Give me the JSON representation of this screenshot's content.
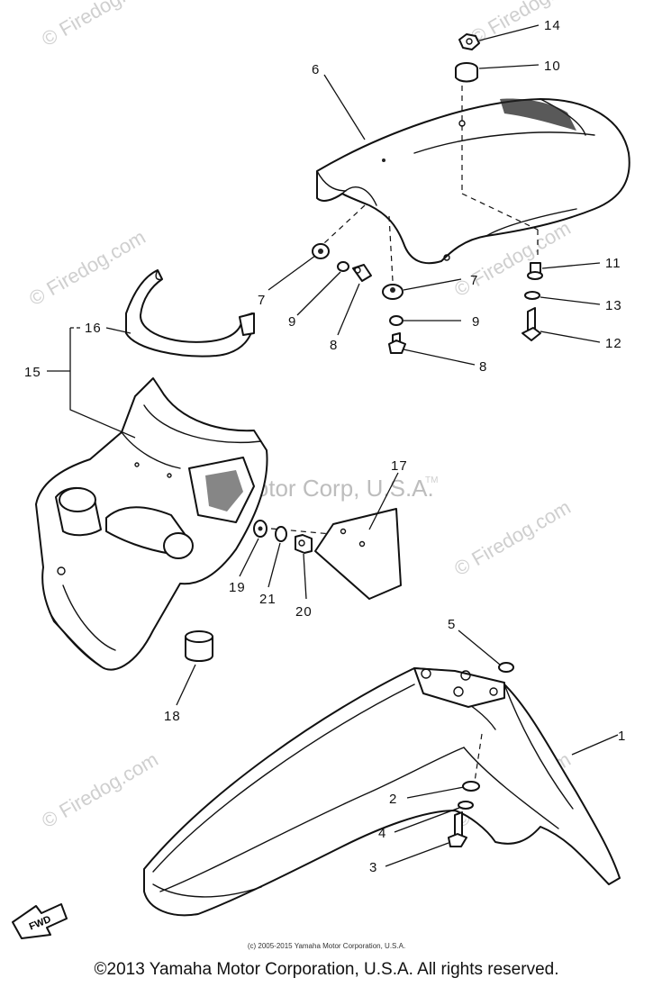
{
  "watermarks": {
    "firedog": "© Firedog.com",
    "center": "Yamaha Motor Corp, U.S.A.",
    "tm": "TM"
  },
  "fwd_label": "FWD",
  "callouts": {
    "c1": "1",
    "c2": "2",
    "c3": "3",
    "c4": "4",
    "c5": "5",
    "c6": "6",
    "c7a": "7",
    "c7b": "7",
    "c8a": "8",
    "c8b": "8",
    "c9a": "9",
    "c9b": "9",
    "c10": "10",
    "c11": "11",
    "c12": "12",
    "c13": "13",
    "c14": "14",
    "c15": "15",
    "c16": "16",
    "c17": "17",
    "c18": "18",
    "c19": "19",
    "c20": "20",
    "c21": "21"
  },
  "footer": {
    "small": "(c) 2005-2015 Yamaha Motor Corporation, U.S.A.",
    "copyright": "©2013 Yamaha Motor Corporation, U.S.A. All rights reserved."
  }
}
